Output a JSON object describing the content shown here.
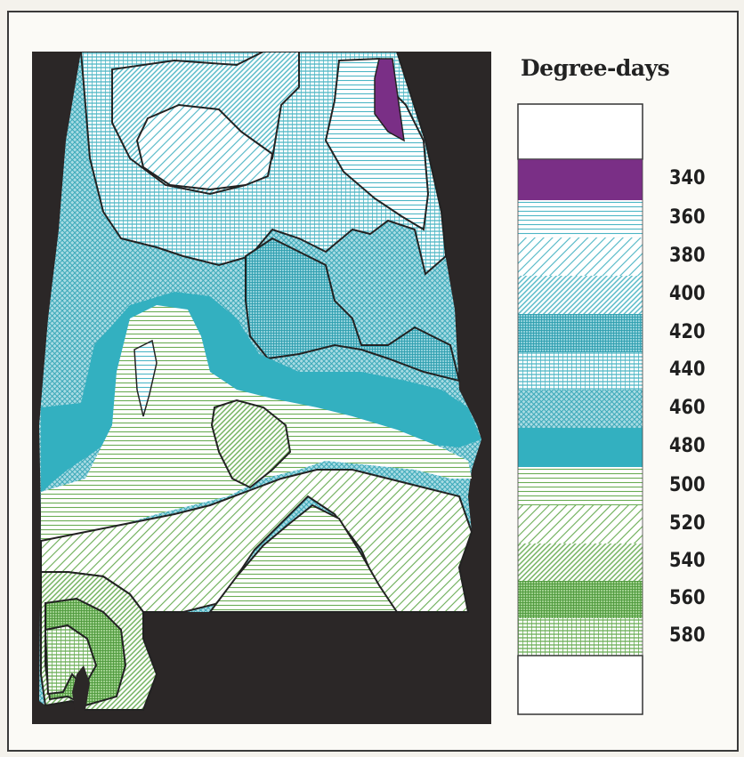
{
  "legend": {
    "title": "Degree-days",
    "bins": [
      {
        "label": "",
        "fill": "#ffffff",
        "pattern": "none"
      },
      {
        "label": "340",
        "fill": "#7a2f86",
        "pattern": "solid"
      },
      {
        "label": "360",
        "fill": "#6fc0ce",
        "pattern": "hlines-thin"
      },
      {
        "label": "380",
        "fill": "#6fc0ce",
        "pattern": "diag-light"
      },
      {
        "label": "400",
        "fill": "#6fc0ce",
        "pattern": "diag-dense"
      },
      {
        "label": "420",
        "fill": "#4db6c5",
        "pattern": "fine-grid"
      },
      {
        "label": "440",
        "fill": "#6fc0ce",
        "pattern": "hgrid"
      },
      {
        "label": "460",
        "fill": "#6fc0ce",
        "pattern": "crosshatch"
      },
      {
        "label": "480",
        "fill": "#33b0c0",
        "pattern": "solid"
      },
      {
        "label": "500",
        "fill": "#7fb86a",
        "pattern": "hlines-thin"
      },
      {
        "label": "520",
        "fill": "#7fb86a",
        "pattern": "diag-light"
      },
      {
        "label": "540",
        "fill": "#7fb86a",
        "pattern": "diag-dense"
      },
      {
        "label": "560",
        "fill": "#6caf58",
        "pattern": "fine-grid"
      },
      {
        "label": "580",
        "fill": "#7fb86a",
        "pattern": "hgrid"
      },
      {
        "label": "",
        "fill": "#ffffff",
        "pattern": "none"
      }
    ]
  },
  "colors": {
    "background": "#2b2727",
    "teal": "#4db6c5",
    "purple": "#7a2f86",
    "green": "#7fb86a",
    "outline": "#222222"
  }
}
